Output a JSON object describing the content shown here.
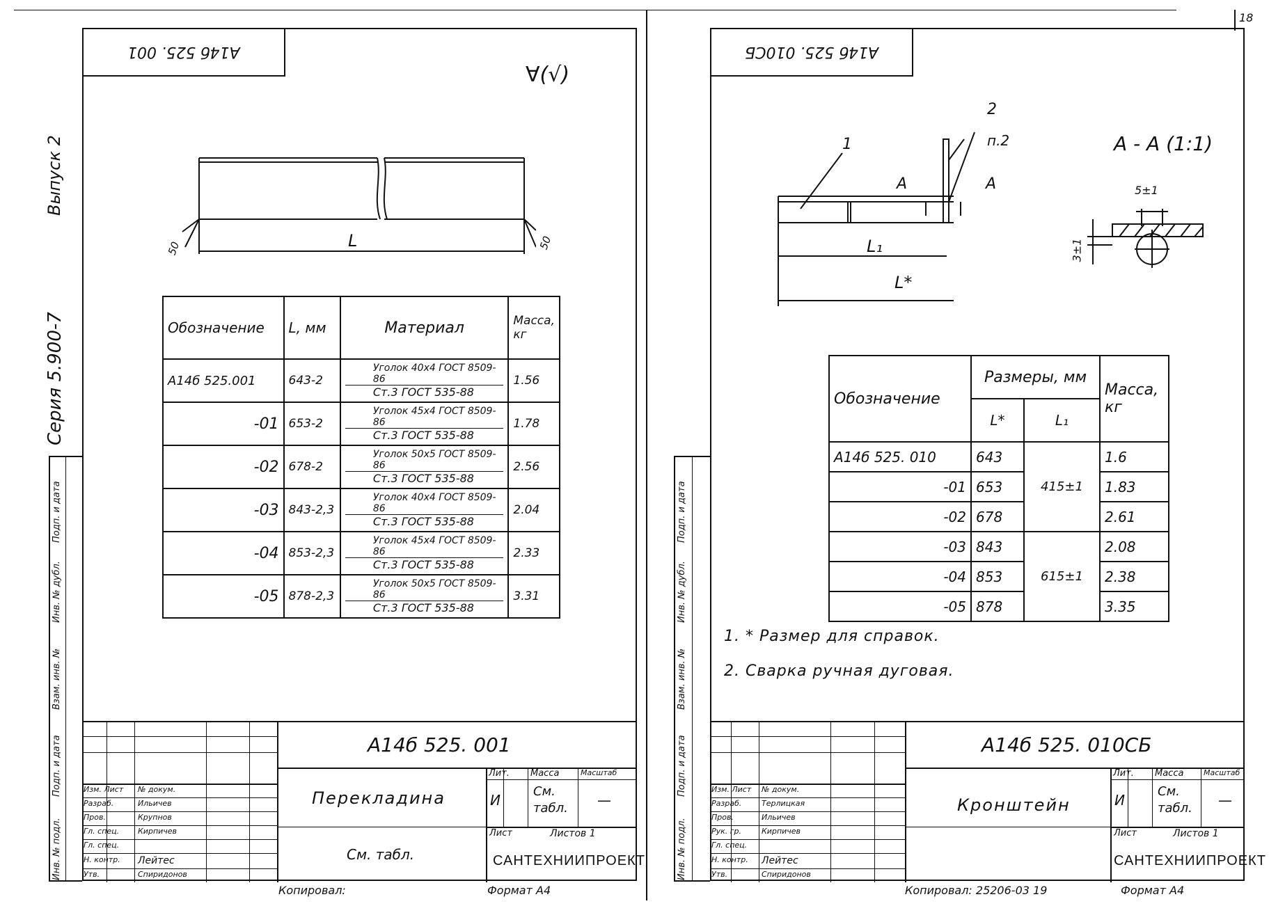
{
  "page_number": "18",
  "left": {
    "stamp_code": "А14б 525. 001",
    "roughness_mark": "∀(√)",
    "series_label": "Серия 5.900-7",
    "issue_label": "Выпуск 2",
    "dim_L": "L",
    "angle_left": "50",
    "angle_right": "50",
    "table": {
      "headers": [
        "Обозначение",
        "L, мм",
        "Материал",
        "Масса, кг"
      ],
      "rows": [
        {
          "code": "А14б 525.001",
          "L": "643-2",
          "mat_top": "Уголок 40х4 ГОСТ 8509-86",
          "mat_bottom": "Ст.3 ГОСТ 535-88",
          "mass": "1.56"
        },
        {
          "code": "-01",
          "L": "653-2",
          "mat_top": "Уголок 45х4 ГОСТ 8509-86",
          "mat_bottom": "Ст.3 ГОСТ 535-88",
          "mass": "1.78"
        },
        {
          "code": "-02",
          "L": "678-2",
          "mat_top": "Уголок 50х5 ГОСТ 8509-86",
          "mat_bottom": "Ст.3 ГОСТ 535-88",
          "mass": "2.56"
        },
        {
          "code": "-03",
          "L": "843-2,3",
          "mat_top": "Уголок 40х4 ГОСТ 8509-86",
          "mat_bottom": "Ст.3 ГОСТ 535-88",
          "mass": "2.04"
        },
        {
          "code": "-04",
          "L": "853-2,3",
          "mat_top": "Уголок 45х4 ГОСТ 8509-86",
          "mat_bottom": "Ст.3 ГОСТ 535-88",
          "mass": "2.33"
        },
        {
          "code": "-05",
          "L": "878-2,3",
          "mat_top": "Уголок 50х5 ГОСТ 8509-86",
          "mat_bottom": "Ст.3 ГОСТ 535-88",
          "mass": "3.31"
        }
      ]
    },
    "title_block": {
      "code": "А14б 525. 001",
      "name": "Перекладина",
      "material": "См. табл.",
      "lit_header": "Лит.",
      "mass_header": "Масса",
      "scale_header": "Масштаб",
      "lit_value": "И",
      "mass_value": "См. табл.",
      "scale_value": "—",
      "sheet_label": "Лист",
      "sheets_label": "Листов 1",
      "org": "САНТЕХНИИПРОЕКТ",
      "roles": [
        "Изм. Лист",
        "Разраб.",
        "Пров.",
        "Гл. спец.",
        "Гл. спец.",
        "Н. контр.",
        "Утв."
      ],
      "names": [
        "№ докум.",
        "Ильичев",
        "Крупнов",
        "Кирпичев",
        "",
        "Лейтес",
        "Спиридонов"
      ]
    },
    "copied": "Копировал:",
    "format": "Формат А4"
  },
  "right": {
    "stamp_code": "А14б 525. 010СБ",
    "label_1": "1",
    "label_2": "2",
    "label_weld": "п.2",
    "section_A": "А",
    "dim_L1": "L₁",
    "dim_L": "L*",
    "section_title": "А - А (1:1)",
    "dim_5": "5±1",
    "dim_3": "3±1",
    "table": {
      "headers": [
        "Обозначение",
        "Размеры, мм",
        "Масса, кг"
      ],
      "sub_headers": [
        "L*",
        "L₁"
      ],
      "rows": [
        {
          "code": "А14б 525. 010",
          "L": "643",
          "mass": "1.6"
        },
        {
          "code": "-01",
          "L": "653",
          "mass": "1.83"
        },
        {
          "code": "-02",
          "L": "678",
          "mass": "2.61"
        },
        {
          "code": "-03",
          "L": "843",
          "mass": "2.08"
        },
        {
          "code": "-04",
          "L": "853",
          "mass": "2.38"
        },
        {
          "code": "-05",
          "L": "878",
          "mass": "3.35"
        }
      ],
      "l1_values": [
        "415±1",
        "615±1"
      ]
    },
    "notes": [
      "1. * Размер для справок.",
      "2. Сварка ручная дуговая."
    ],
    "title_block": {
      "code": "А14б 525. 010СБ",
      "name": "Кронштейн",
      "lit_header": "Лит.",
      "mass_header": "Масса",
      "scale_header": "Масштаб",
      "lit_value": "И",
      "mass_value": "См. табл.",
      "scale_value": "—",
      "sheet_label": "Лист",
      "sheets_label": "Листов 1",
      "org": "САНТЕХНИИПРОЕКТ",
      "roles": [
        "Изм. Лист",
        "Разраб.",
        "Пров.",
        "Рук. гр.",
        "Гл. спец.",
        "Н. контр.",
        "Утв."
      ],
      "names": [
        "№ докум.",
        "Терлицкая",
        "Ильичев",
        "Кирпичев",
        "",
        "Лейтес",
        "Спиридонов"
      ]
    },
    "copied": "Копировал: 25206-03 19",
    "format": "Формат А4"
  },
  "margin_stamp": [
    "Инв. № подл.",
    "Подп. и дата",
    "Взам. инв. №",
    "Инв. № дубл.",
    "Подп. и дата"
  ]
}
